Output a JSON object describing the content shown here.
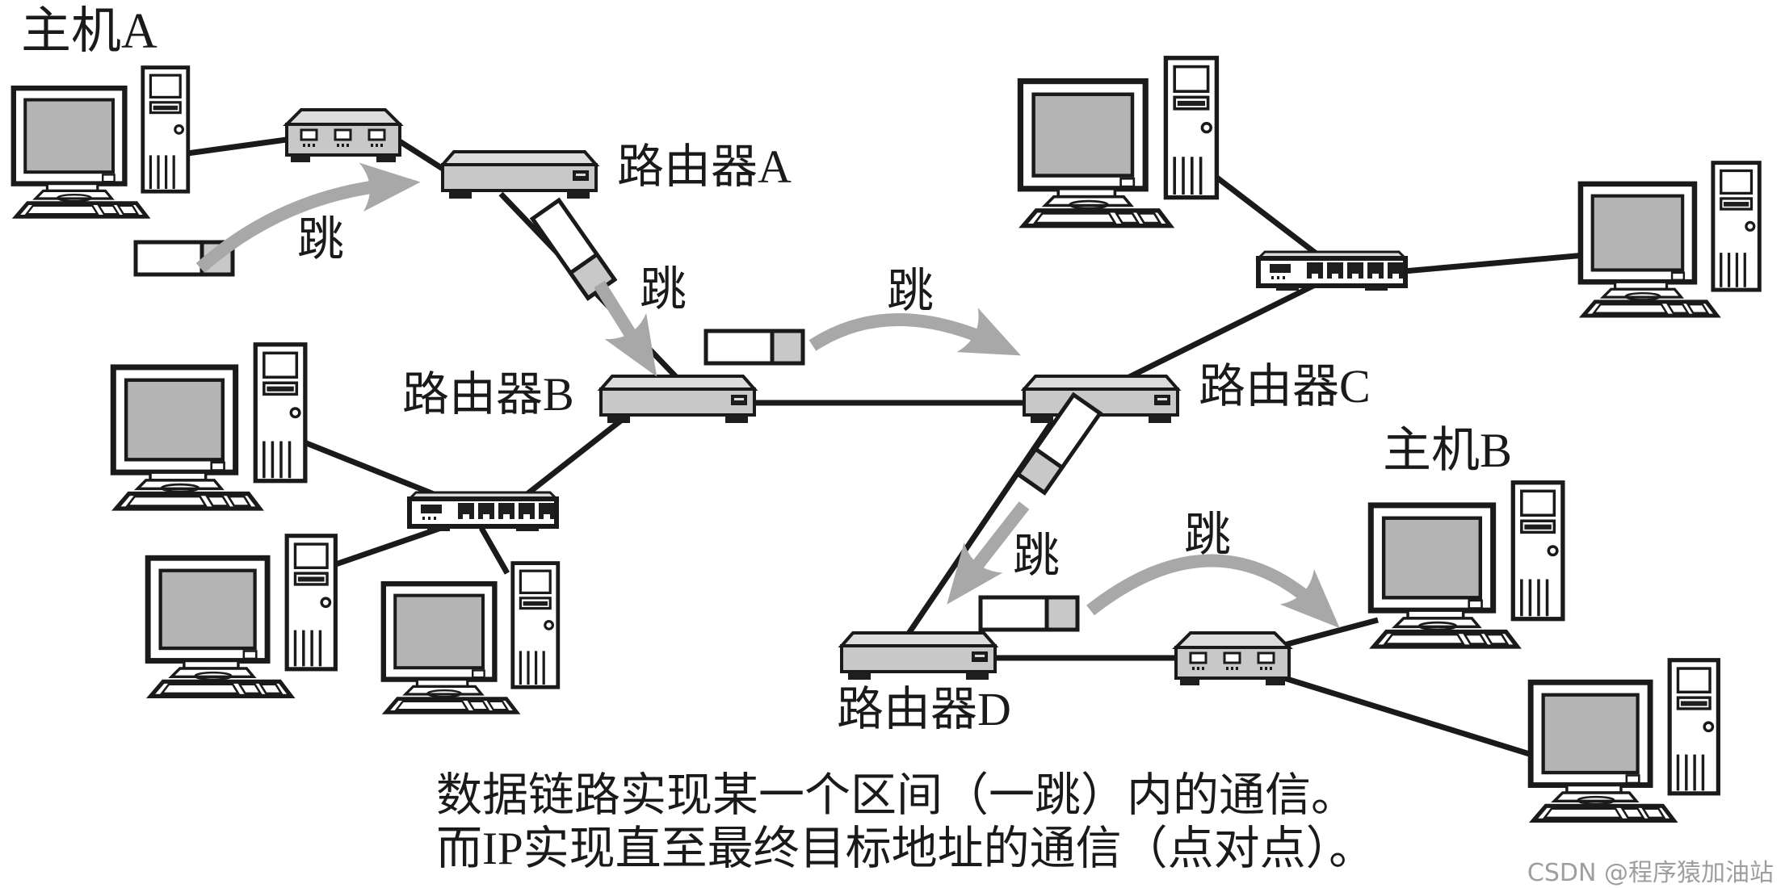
{
  "colors": {
    "background": "#ffffff",
    "ink": "#1a1a1a",
    "device_gray": "#c8c8c8",
    "device_top_gray": "#dcdcdc",
    "screen_gray": "#b4b4b4",
    "arrow_gray": "#a8a8a8",
    "packet_gray": "#c8c8c8",
    "watermark_gray": "#9e9e9e"
  },
  "nodes": {
    "host_a": "主机A",
    "router_a": "路由器A",
    "router_b": "路由器B",
    "router_c": "路由器C",
    "router_d": "路由器D",
    "host_b": "主机B"
  },
  "hop_labels": [
    "跳",
    "跳",
    "跳",
    "跳",
    "跳"
  ],
  "caption": {
    "line1": "数据链路实现某一个区间（一跳）内的通信。",
    "line2": "而IP实现直至最终目标地址的通信（点对点）。"
  },
  "watermark": "CSDN @程序猿加油站"
}
